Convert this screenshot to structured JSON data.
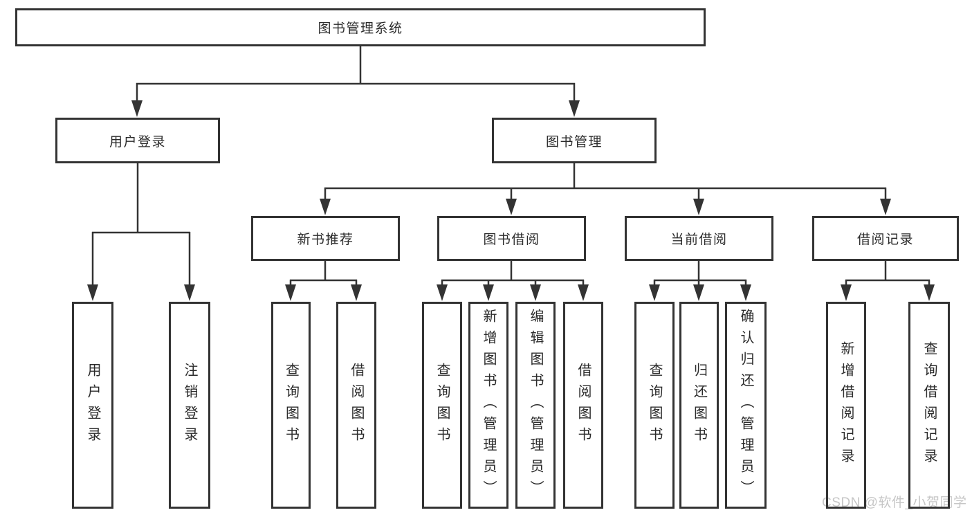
{
  "diagram": {
    "root": {
      "label": "图书管理系统"
    },
    "branches": {
      "user_login": {
        "label": "用户登录",
        "children": [
          "用户登录",
          "注销登录"
        ]
      },
      "book_management": {
        "label": "图书管理",
        "sections": {
          "new_book": {
            "label": "新书推荐",
            "children": [
              "查询图书",
              "借阅图书"
            ]
          },
          "book_borrow": {
            "label": "图书借阅",
            "children": [
              "查询图书",
              "新增图书（管理员）",
              "编辑图书（管理员）",
              "借阅图书"
            ]
          },
          "current_borrow": {
            "label": "当前借阅",
            "children": [
              "查询图书",
              "归还图书",
              "确认归还（管理员）"
            ]
          },
          "borrow_record": {
            "label": "借阅记录",
            "children": [
              "新增借阅记录",
              "查询借阅记录"
            ]
          }
        }
      }
    }
  },
  "watermark": {
    "text": "CSDN @软件_小贺同学"
  },
  "colors": {
    "line": "#333333",
    "text": "#2b2b2b",
    "box_bg": "#ffffff",
    "background": "#ffffff",
    "watermark": "#c6c6c6"
  }
}
